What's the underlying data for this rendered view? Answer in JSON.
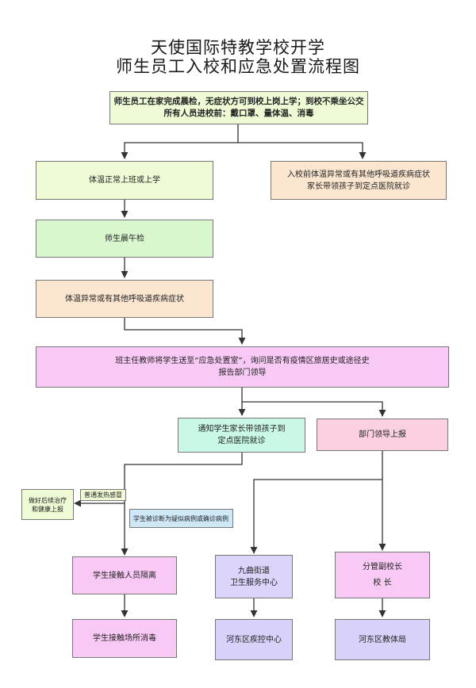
{
  "title": {
    "line1": "天使国际特教学校开学",
    "line2": "师生员工入校和应急处置流程图"
  },
  "nodes": {
    "top_line1": "师生员工在家完成晨检，无症状方可到校上岗上学；到校不乘坐公交",
    "top_line2": "所有人员进校前：戴口罩、量体温、消毒",
    "normal_temp": "体温正常上班或上学",
    "abnormal_before_line1": "入校前体温异常或有其他呼吸道疾病症状",
    "abnormal_before_line2": "家长带领孩子到定点医院就诊",
    "noon_check": "师生晨午检",
    "abnormal_temp": "体温异常或有其他呼吸道疾病症状",
    "emergency_room_line1": "班主任教师将学生送至“应急处置室”，询问是否有疫情区旅居史或途径史",
    "emergency_room_line2": "报告部门领导",
    "notify_parent_line1": "通知学生家长带领孩子到",
    "notify_parent_line2": "定点医院就诊",
    "report_leader": "部门领导上报",
    "follow_up_line1": "做好后续治疗",
    "follow_up_line2": "和健康上报",
    "common_fever": "普通发热感冒",
    "suspected": "学生被诊断为疑似病例或确诊病例",
    "isolation": "学生接触人员隔离",
    "street_line1": "九曲街道",
    "street_line2": "卫生服务中心",
    "principal_line1": "分管副校长",
    "principal_line2": "校 长",
    "disinfect": "学生接触场所消毒",
    "cdc": "河东区疾控中心",
    "edu_bureau": "河东区教体局"
  },
  "colors": {
    "line": "#333333"
  }
}
